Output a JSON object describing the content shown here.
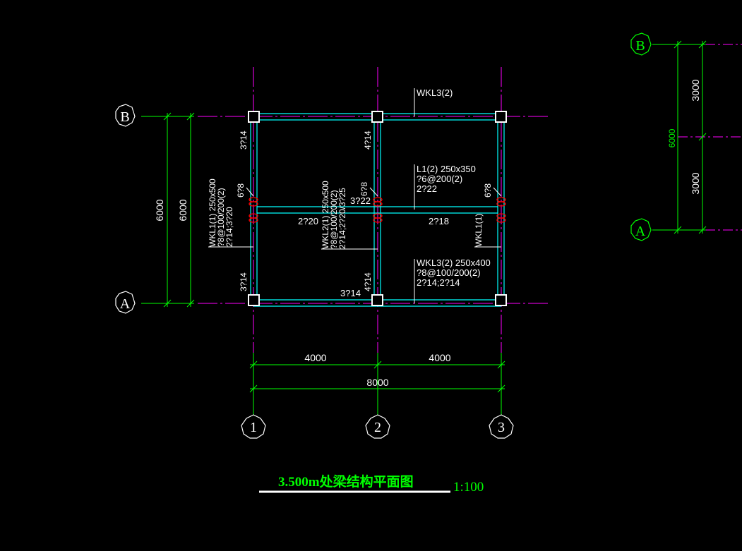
{
  "colors": {
    "background": "#000000",
    "axis_line": "#ff00ff",
    "beam": "#00ffff",
    "dimension": "#00ff00",
    "column": "#ffffff",
    "rebar_mark": "#ff0000"
  },
  "plan": {
    "axis_labels": {
      "b": "B",
      "a": "A",
      "c1": "1",
      "c2": "2",
      "c3": "3"
    },
    "dims": {
      "left_outer": "6000",
      "left_inner": "6000",
      "bay_left": "4000",
      "bay_right": "4000",
      "total": "8000"
    },
    "beam_labels": {
      "wkl3_top": "WKL3(2)",
      "l1_name": "L1(2) 250x350",
      "l1_stirrup": "?6@200(2)",
      "l1_bar": "2?22",
      "wkl3_bottom_name": "WKL3(2) 250x400",
      "wkl3_bottom_stirrup": "?8@100/200(2)",
      "wkl3_bottom_bar": "2?14;2?14",
      "wkl1_right": "WKL1(1)",
      "wkl1_left_1": "WKL1(1) 250x500",
      "wkl1_left_2": "?8@100/200(2)",
      "wkl1_left_3": "2?14;3?20",
      "wkl2_1": "WKL2(1) 250x500",
      "wkl2_2": "?8@100/200(2)",
      "wkl2_3": "2?14;2?20/3?25"
    },
    "rebar_labels": {
      "left_top": "3?14",
      "left_bottom": "3?14",
      "mid_top": "4?14",
      "mid_bottom": "4?14",
      "left_6": "6?8",
      "mid_6": "6?8",
      "right_6": "6?8",
      "mid_322": "3?22",
      "span_220": "2?20",
      "span_218": "2?18",
      "bottom_314": "3?14"
    }
  },
  "side_view": {
    "axis_b": "B",
    "axis_a": "A",
    "total": "6000",
    "upper": "3000",
    "lower": "3000"
  },
  "title": {
    "text": "3.500m处梁结构平面图",
    "scale": "1:100"
  }
}
